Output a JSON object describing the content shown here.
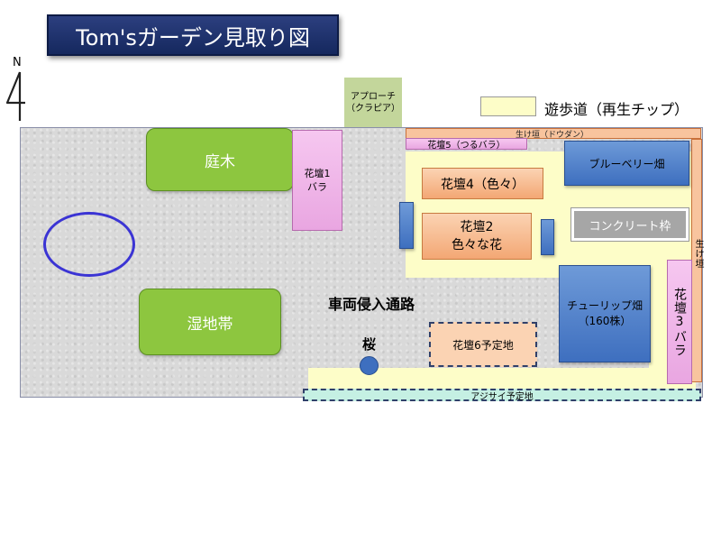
{
  "title": "Tom'sガーデン見取り図",
  "north": "N",
  "legend": {
    "walkway_label": "遊歩道（再生チップ）",
    "walkway_color": "#fdfdc8"
  },
  "areas": {
    "approach": "アプローチ\n（クラピア）",
    "teiboku": "庭木",
    "wetland": "湿地帯",
    "bed1": "花壇1\nバラ",
    "bed5": "花壇5（つるバラ）",
    "bed4": "花壇4（色々）",
    "bed2": "花壇2\n色々な花",
    "bed3": "花壇3バラ",
    "bed6": "花壇6予定地",
    "blueberry": "ブルーベリー畑",
    "concrete": "コンクリート枠",
    "tulip": "チューリップ畑\n（160株）",
    "vehicle_path": "車両侵入通路",
    "sakura": "桜",
    "hedge_top": "生け垣（ドウダン）",
    "hedge_right": "生け垣",
    "hydrangea": "アジサイ予定地"
  },
  "colors": {
    "green": "#8dc63f",
    "pink": "#e9a6e1",
    "orange": "#f3a774",
    "blue": "#3e6fbf",
    "concrete": "#a6a6a6",
    "ground": "#d9d9d9"
  },
  "icons": {
    "north_arrow": "north-arrow-icon"
  }
}
